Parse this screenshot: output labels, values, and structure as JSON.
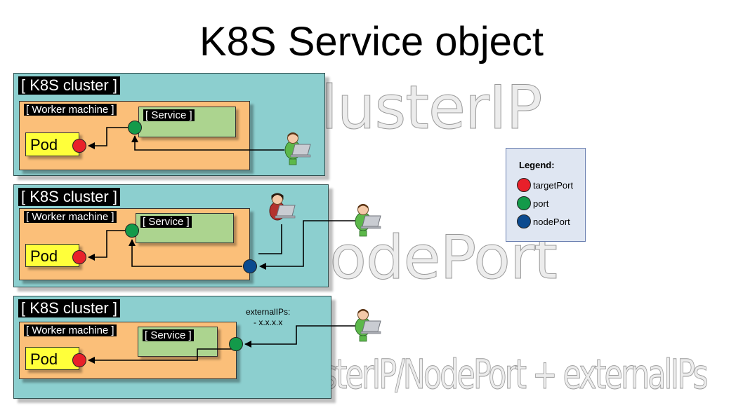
{
  "title": "K8S Service object",
  "colors": {
    "cluster_bg": "#8ccfcf",
    "worker_bg": "#fbbf79",
    "service_bg": "#acd48f",
    "pod_bg": "#ffff3a",
    "target_port": "#e8202a",
    "port": "#139a4a",
    "node_port": "#0b4a8f",
    "legend_bg": "#dfe6f2"
  },
  "panels": [
    {
      "cluster_label": "[ K8S cluster ]",
      "worker_label": "[ Worker machine ]",
      "service_label": "[ Service ]",
      "pod_label": "Pod",
      "watermark": "ClusterIP"
    },
    {
      "cluster_label": "[ K8S cluster ]",
      "worker_label": "[ Worker machine ]",
      "service_label": "[ Service ]",
      "pod_label": "Pod",
      "watermark": "NodePort"
    },
    {
      "cluster_label": "[ K8S cluster ]",
      "worker_label": "[ Worker machine ]",
      "service_label": "[ Service ]",
      "pod_label": "Pod",
      "watermark": "ClusterIP/NodePort + externalIPs",
      "external_ips_label": "externalIPs:",
      "external_ips_value": "- x.x.x.x"
    }
  ],
  "legend": {
    "title": "Legend:",
    "items": [
      {
        "label": "targetPort",
        "color": "#e8202a"
      },
      {
        "label": "port",
        "color": "#139a4a"
      },
      {
        "label": "nodePort",
        "color": "#0b4a8f"
      }
    ]
  }
}
